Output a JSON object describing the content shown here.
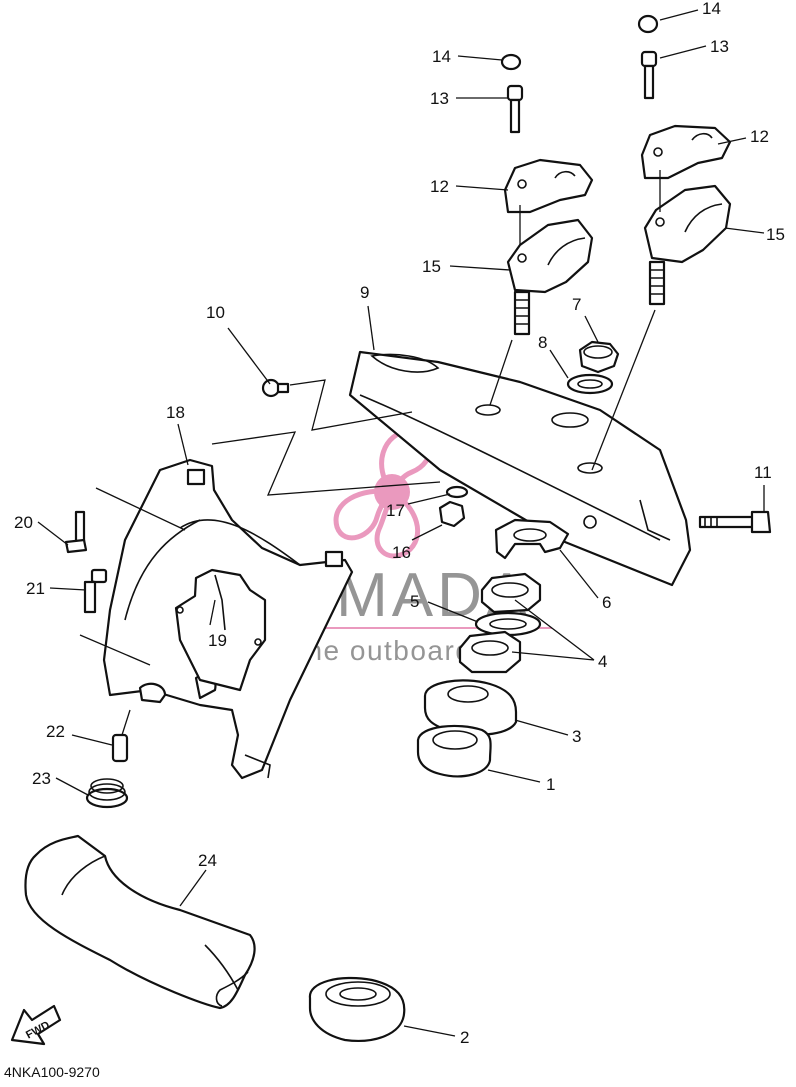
{
  "diagram": {
    "doc_code": "4NKA100-9270",
    "fwd_label": "FWD",
    "callouts": [
      {
        "id": "c1",
        "text": "1"
      },
      {
        "id": "c2",
        "text": "2"
      },
      {
        "id": "c3",
        "text": "3"
      },
      {
        "id": "c4",
        "text": "4"
      },
      {
        "id": "c5",
        "text": "5"
      },
      {
        "id": "c6",
        "text": "6"
      },
      {
        "id": "c7",
        "text": "7"
      },
      {
        "id": "c8",
        "text": "8"
      },
      {
        "id": "c9",
        "text": "9"
      },
      {
        "id": "c10",
        "text": "10"
      },
      {
        "id": "c11",
        "text": "11"
      },
      {
        "id": "c12a",
        "text": "12"
      },
      {
        "id": "c12b",
        "text": "12"
      },
      {
        "id": "c13a",
        "text": "13"
      },
      {
        "id": "c13b",
        "text": "13"
      },
      {
        "id": "c14a",
        "text": "14"
      },
      {
        "id": "c14b",
        "text": "14"
      },
      {
        "id": "c15a",
        "text": "15"
      },
      {
        "id": "c15b",
        "text": "15"
      },
      {
        "id": "c16",
        "text": "16"
      },
      {
        "id": "c17",
        "text": "17"
      },
      {
        "id": "c18",
        "text": "18"
      },
      {
        "id": "c19",
        "text": "19"
      },
      {
        "id": "c20",
        "text": "20"
      },
      {
        "id": "c21",
        "text": "21"
      },
      {
        "id": "c22",
        "text": "22"
      },
      {
        "id": "c23",
        "text": "23"
      },
      {
        "id": "c24",
        "text": "24"
      }
    ]
  },
  "watermark": {
    "brand": "ARMADA",
    "tagline": "marine outboards",
    "brand_color": "#e88fb8",
    "text_color": "#8a8a8a"
  }
}
